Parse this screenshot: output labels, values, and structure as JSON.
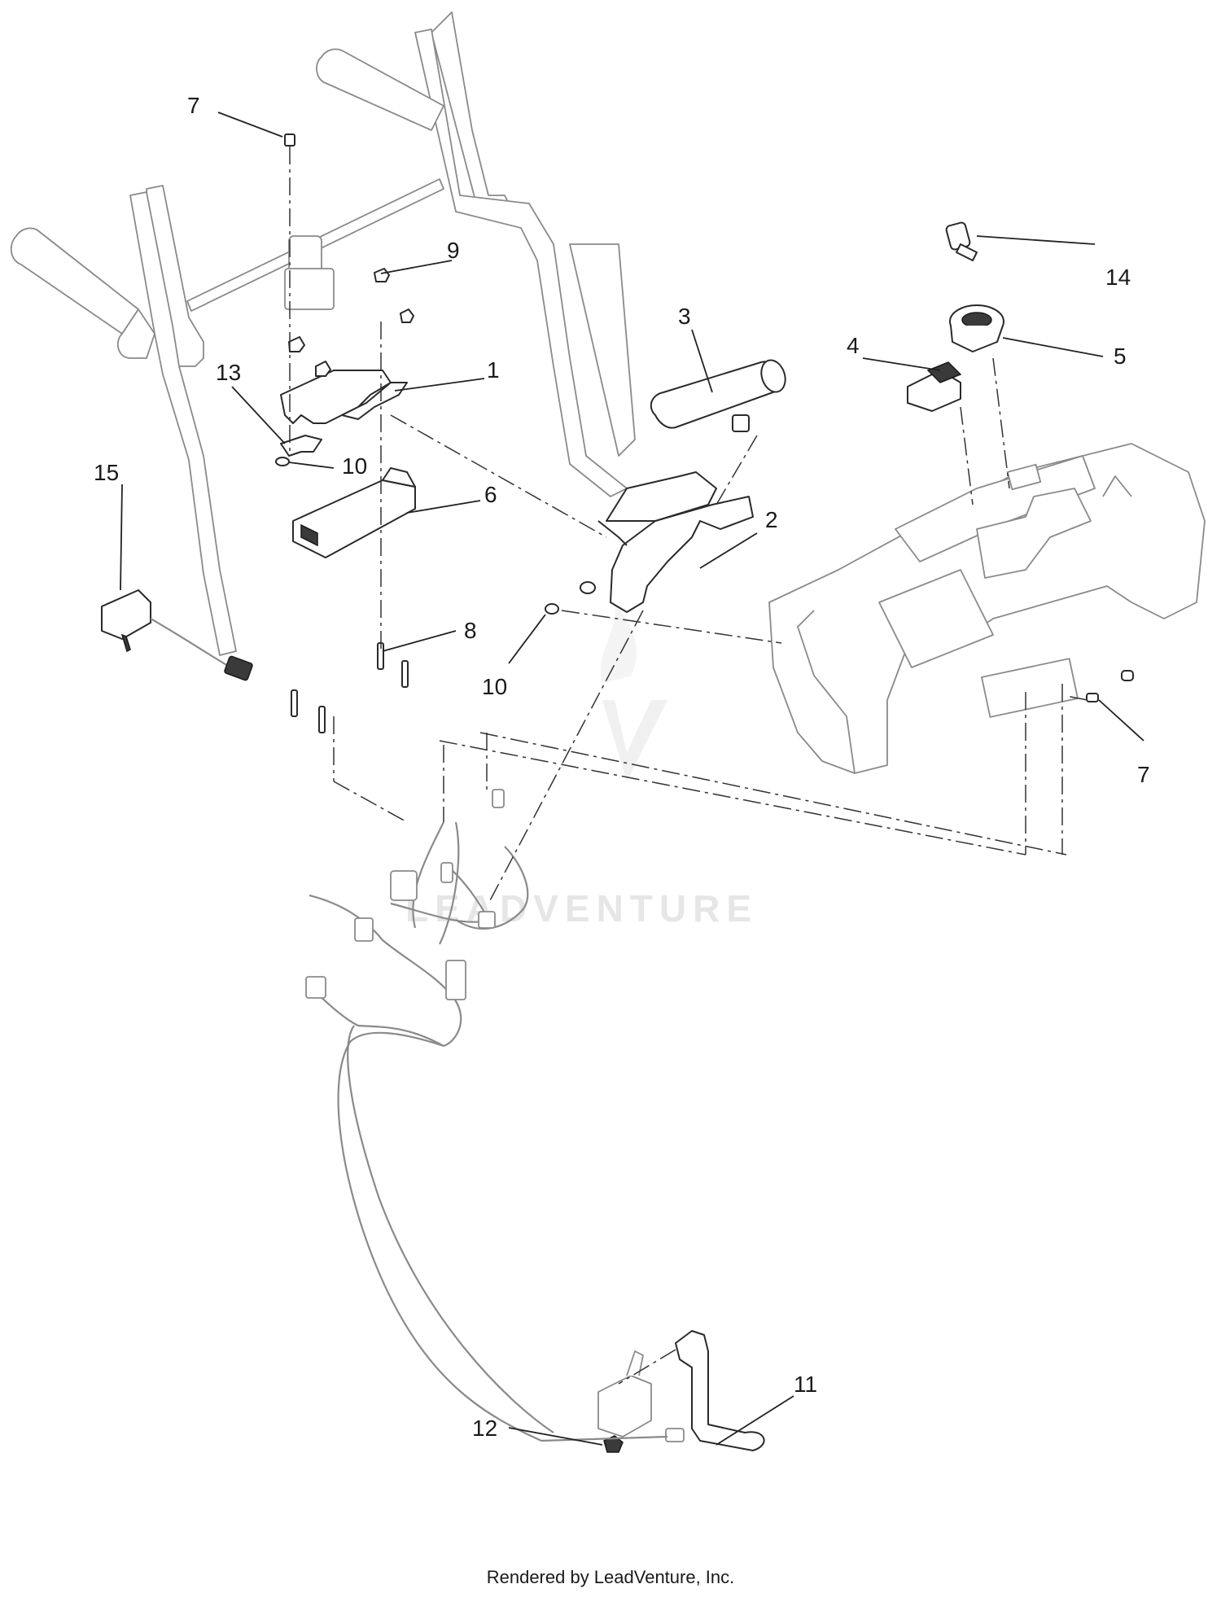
{
  "callouts": [
    {
      "id": "c7a",
      "label": "7"
    },
    {
      "id": "c9",
      "label": "9"
    },
    {
      "id": "c14",
      "label": "14"
    },
    {
      "id": "c3",
      "label": "3"
    },
    {
      "id": "c4",
      "label": "4"
    },
    {
      "id": "c5",
      "label": "5"
    },
    {
      "id": "c13",
      "label": "13"
    },
    {
      "id": "c1",
      "label": "1"
    },
    {
      "id": "c10a",
      "label": "10"
    },
    {
      "id": "c15",
      "label": "15"
    },
    {
      "id": "c6",
      "label": "6"
    },
    {
      "id": "c2",
      "label": "2"
    },
    {
      "id": "c8",
      "label": "8"
    },
    {
      "id": "c10b",
      "label": "10"
    },
    {
      "id": "c7b",
      "label": "7"
    },
    {
      "id": "c11",
      "label": "11"
    },
    {
      "id": "c12",
      "label": "12"
    }
  ],
  "watermark": "LEADVENTURE",
  "footer": "Rendered by LeadVenture, Inc."
}
